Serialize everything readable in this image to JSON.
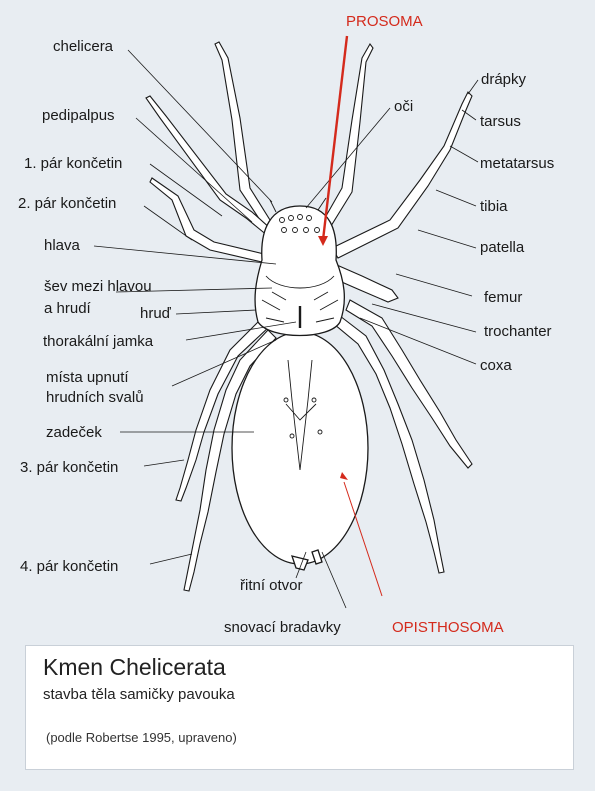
{
  "labels": {
    "left": [
      "chelicera",
      "pedipalpus",
      "1. pár končetin",
      "2. pár končetin",
      "hlava",
      "šev mezi hlavou",
      "a hrudí",
      "hruď",
      "thorakální jamka",
      "místa upnutí",
      "hrudních svalů",
      "zadeček",
      "3. pár končetin",
      "4. pár končetin"
    ],
    "right": [
      "drápky",
      "tarsus",
      "metatarsus",
      "tibia",
      "patella",
      "femur",
      "trochanter",
      "coxa"
    ],
    "top": [
      "oči"
    ],
    "bottom": [
      "řitní otvor",
      "snovací bradavky"
    ],
    "prosoma": "PROSOMA",
    "opisthosoma": "OPISTHOSOMA"
  },
  "caption": {
    "title": "Kmen Chelicerata",
    "subtitle": "stavba těla samičky pavouka",
    "source": "(podle Robertse 1995, upraveno)"
  },
  "colors": {
    "background": "#e8edf2",
    "accent": "#d42a1c",
    "line": "#1a1a1a"
  }
}
